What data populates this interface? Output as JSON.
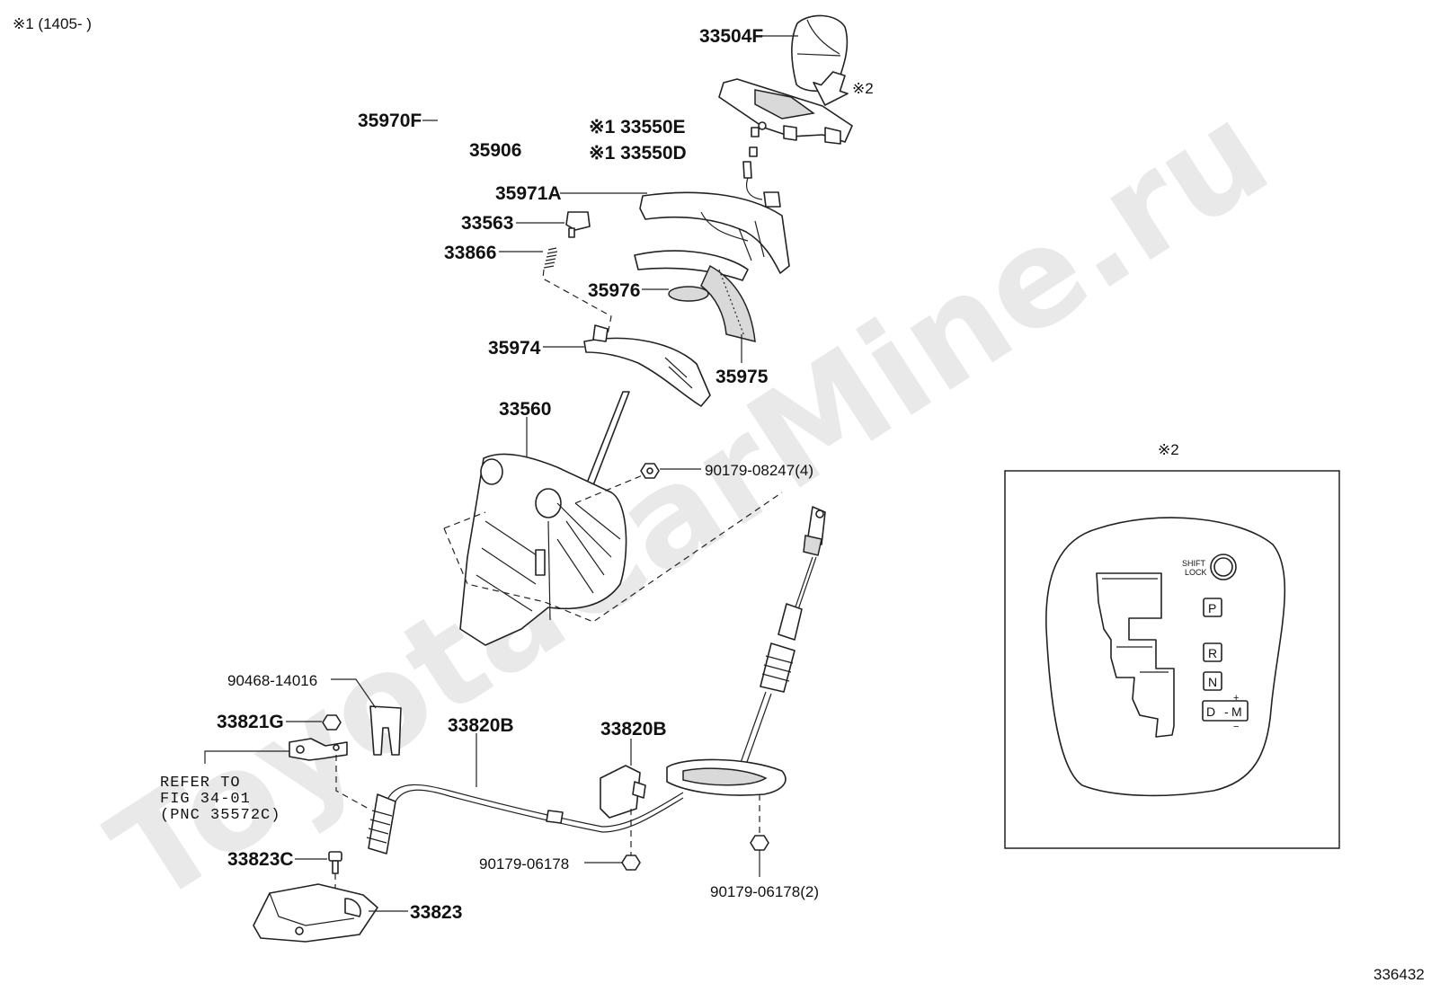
{
  "header_note": "※1 (1405-      )",
  "watermark": "ToyotaCarMine.ru",
  "diagram_id": "336432",
  "parts": {
    "p33504F": "33504F",
    "p2_arrow": "※2",
    "p35970F": "35970F",
    "p35906": "35906",
    "p33550E": "※1 33550E",
    "p33550D": "※1 33550D",
    "p35971A": "35971A",
    "p33563": "33563",
    "p33866": "33866",
    "p35976": "35976",
    "p35974": "35974",
    "p35975": "35975",
    "p33560": "33560",
    "p90179_08247": "90179-08247(4)",
    "p90468_14016": "90468-14016",
    "p33821G": "33821G",
    "p33820B_a": "33820B",
    "p33820B_b": "33820B",
    "p90179_06178": "90179-06178",
    "p90179_06178_2": "90179-06178(2)",
    "p33823C": "33823C",
    "p33823": "33823"
  },
  "refer": {
    "line1": "REFER TO",
    "line2": "FIG 34-01",
    "line3": "(PNC 35572C)"
  },
  "inset": {
    "title": "※2",
    "shift_lock_line1": "SHIFT",
    "shift_lock_line2": "LOCK",
    "gate_p": "P",
    "gate_r": "R",
    "gate_n": "N",
    "gate_d": "D",
    "gate_m": "M",
    "gate_plus": "+",
    "gate_minus": "−"
  }
}
